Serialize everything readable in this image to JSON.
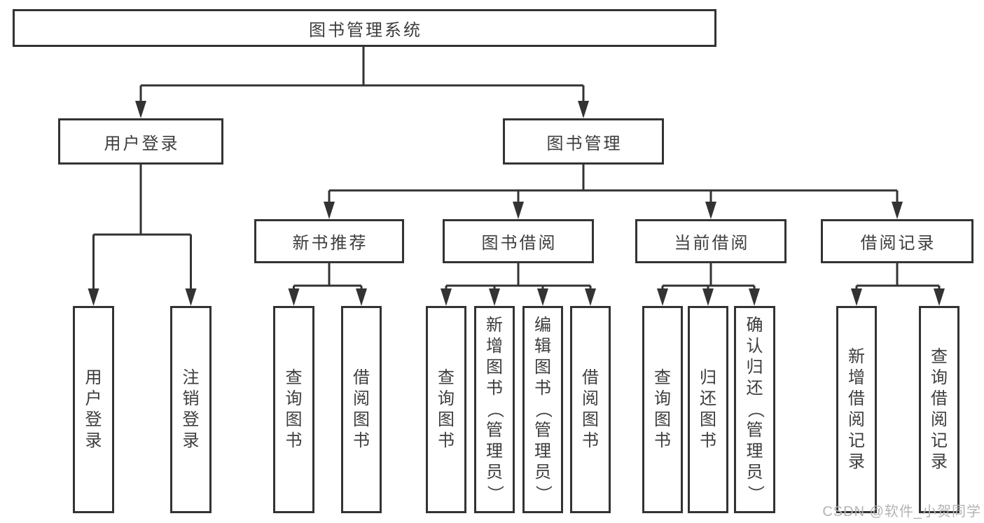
{
  "tree": {
    "label": "图书管理系统",
    "children": [
      {
        "label": "用户登录",
        "children": [
          {
            "label": "用户登录"
          },
          {
            "label": "注销登录"
          }
        ]
      },
      {
        "label": "图书管理",
        "children": [
          {
            "label": "新书推荐",
            "children": [
              {
                "label": "查询图书"
              },
              {
                "label": "借阅图书"
              }
            ]
          },
          {
            "label": "图书借阅",
            "children": [
              {
                "label": "查询图书"
              },
              {
                "label": "新增图书（管理员）"
              },
              {
                "label": "编辑图书（管理员）"
              },
              {
                "label": "借阅图书"
              }
            ]
          },
          {
            "label": "当前借阅",
            "children": [
              {
                "label": "查询图书"
              },
              {
                "label": "归还图书"
              },
              {
                "label": "确认归还（管理员）"
              }
            ]
          },
          {
            "label": "借阅记录",
            "children": [
              {
                "label": "新增借阅记录"
              },
              {
                "label": "查询借阅记录"
              }
            ]
          }
        ]
      }
    ]
  },
  "watermark": {
    "text": "CSDN @软件_小贺同学"
  },
  "colors": {
    "line": "#333333",
    "box_border": "#333333",
    "box_background": "#ffffff",
    "text": "#3d3d3d",
    "watermark": "#b4b4b4",
    "page_background": "#ffffff"
  }
}
